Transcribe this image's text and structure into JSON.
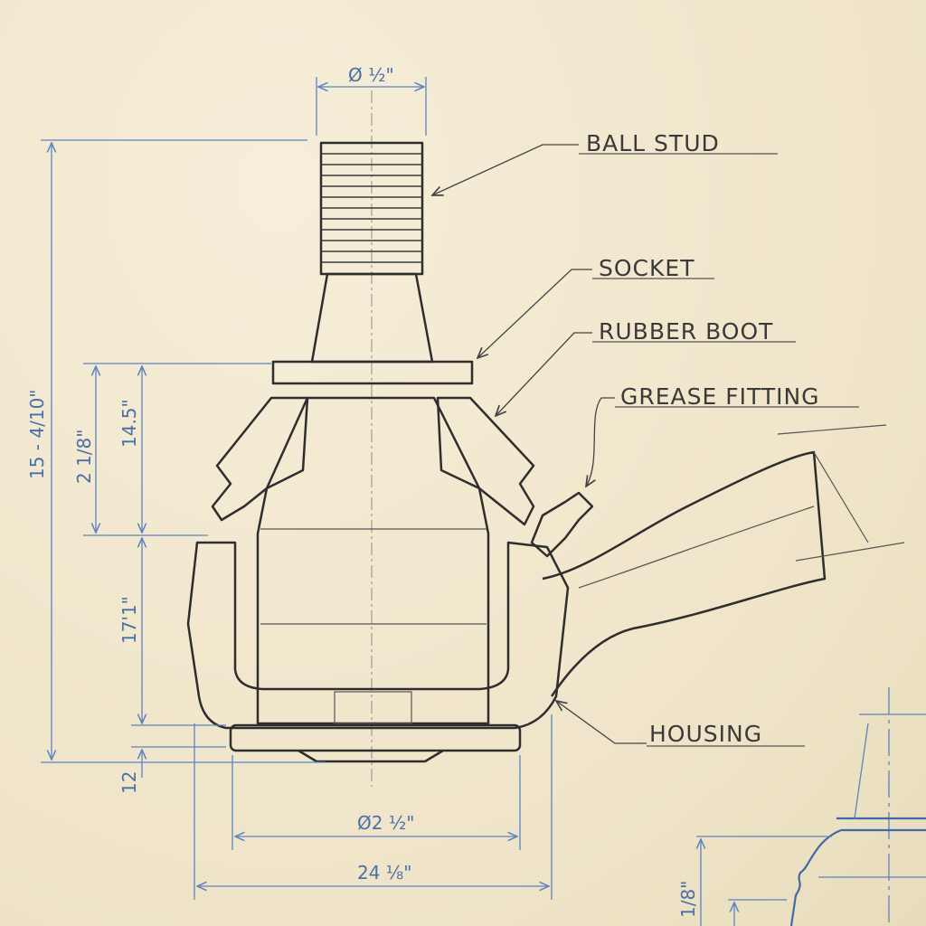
{
  "labels": {
    "ball_stud": "BALL STUD",
    "socket": "SOCKET",
    "rubber_boot": "RUBBER BOOT",
    "grease_fitting": "GREASE FITTING",
    "housing": "HOUSING"
  },
  "dimensions": {
    "stud_diameter": "Ø ½\"",
    "overall_height": "15 - 4/10\"",
    "boot_height": "2 1/8\"",
    "upper_height": "14.5\"",
    "housing_height": "17'1\"",
    "base_thickness": "12",
    "base_diameter": "Ø2 ½\"",
    "overall_width": "24 ⅛\"",
    "detail_height": "1/8\""
  },
  "colors": {
    "paper": "#f3ead2",
    "pencil": "#2e2e2e",
    "dimension_blue": "#5b83c0"
  }
}
